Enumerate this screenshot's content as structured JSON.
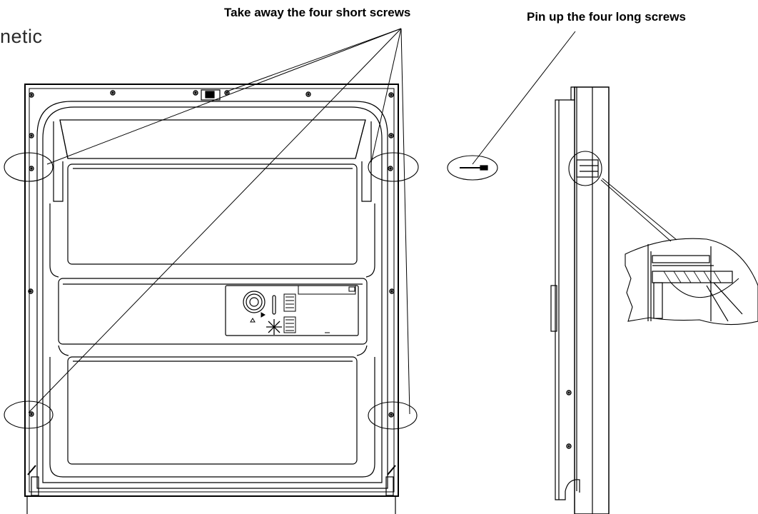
{
  "labels": {
    "short_screws": "Take away the four short screws",
    "long_screws": "Pin up  the four long screws",
    "cut_text": "netic"
  },
  "colors": {
    "line": "#000000",
    "background": "#ffffff"
  }
}
